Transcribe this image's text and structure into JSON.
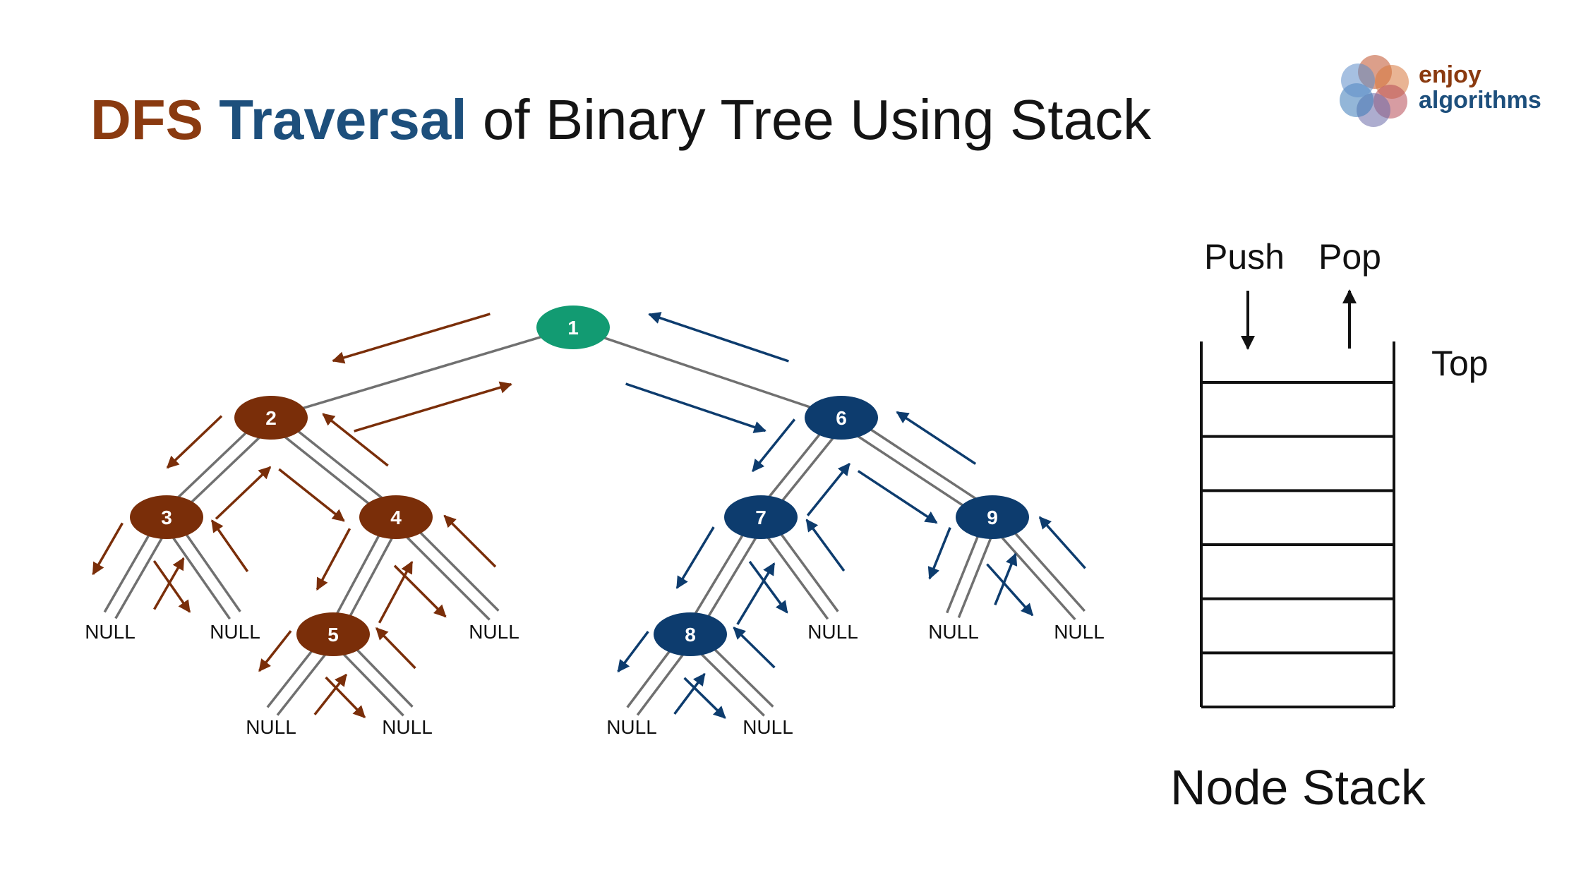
{
  "header": {
    "title_part1": "DFS",
    "title_part2": "Traversal",
    "title_part3": "of Binary Tree Using Stack"
  },
  "logo": {
    "line1": "enjoy",
    "line2": "algorithms"
  },
  "stack": {
    "push_label": "Push",
    "pop_label": "Pop",
    "top_label": "Top",
    "caption": "Node Stack",
    "slots": 6
  },
  "colors": {
    "root": "#129b72",
    "left_subtree": "#7a2e09",
    "right_subtree": "#0d3c6e",
    "edge": "#707070",
    "title_dfs": "#8a3a10",
    "title_traversal": "#1d4f7c"
  },
  "tree": {
    "nodes": [
      {
        "id": "n1",
        "label": "1",
        "group": "root"
      },
      {
        "id": "n2",
        "label": "2",
        "group": "left_subtree"
      },
      {
        "id": "n3",
        "label": "3",
        "group": "left_subtree"
      },
      {
        "id": "n4",
        "label": "4",
        "group": "left_subtree"
      },
      {
        "id": "n5",
        "label": "5",
        "group": "left_subtree"
      },
      {
        "id": "n6",
        "label": "6",
        "group": "right_subtree"
      },
      {
        "id": "n7",
        "label": "7",
        "group": "right_subtree"
      },
      {
        "id": "n8",
        "label": "8",
        "group": "right_subtree"
      },
      {
        "id": "n9",
        "label": "9",
        "group": "right_subtree"
      }
    ],
    "null_label": "NULL",
    "edges": [
      [
        "n1",
        "n2"
      ],
      [
        "n1",
        "n6"
      ],
      [
        "n2",
        "n3"
      ],
      [
        "n2",
        "n4"
      ],
      [
        "n4",
        "n5"
      ],
      [
        "n6",
        "n7"
      ],
      [
        "n6",
        "n9"
      ],
      [
        "n7",
        "n8"
      ],
      [
        "n3",
        "z1"
      ],
      [
        "n3",
        "z2"
      ],
      [
        "n4",
        "z3"
      ],
      [
        "n5",
        "z4"
      ],
      [
        "n5",
        "z5"
      ],
      [
        "n7",
        "z6"
      ],
      [
        "n8",
        "z7"
      ],
      [
        "n8",
        "z8"
      ],
      [
        "n9",
        "z9"
      ],
      [
        "n9",
        "z10"
      ]
    ]
  }
}
